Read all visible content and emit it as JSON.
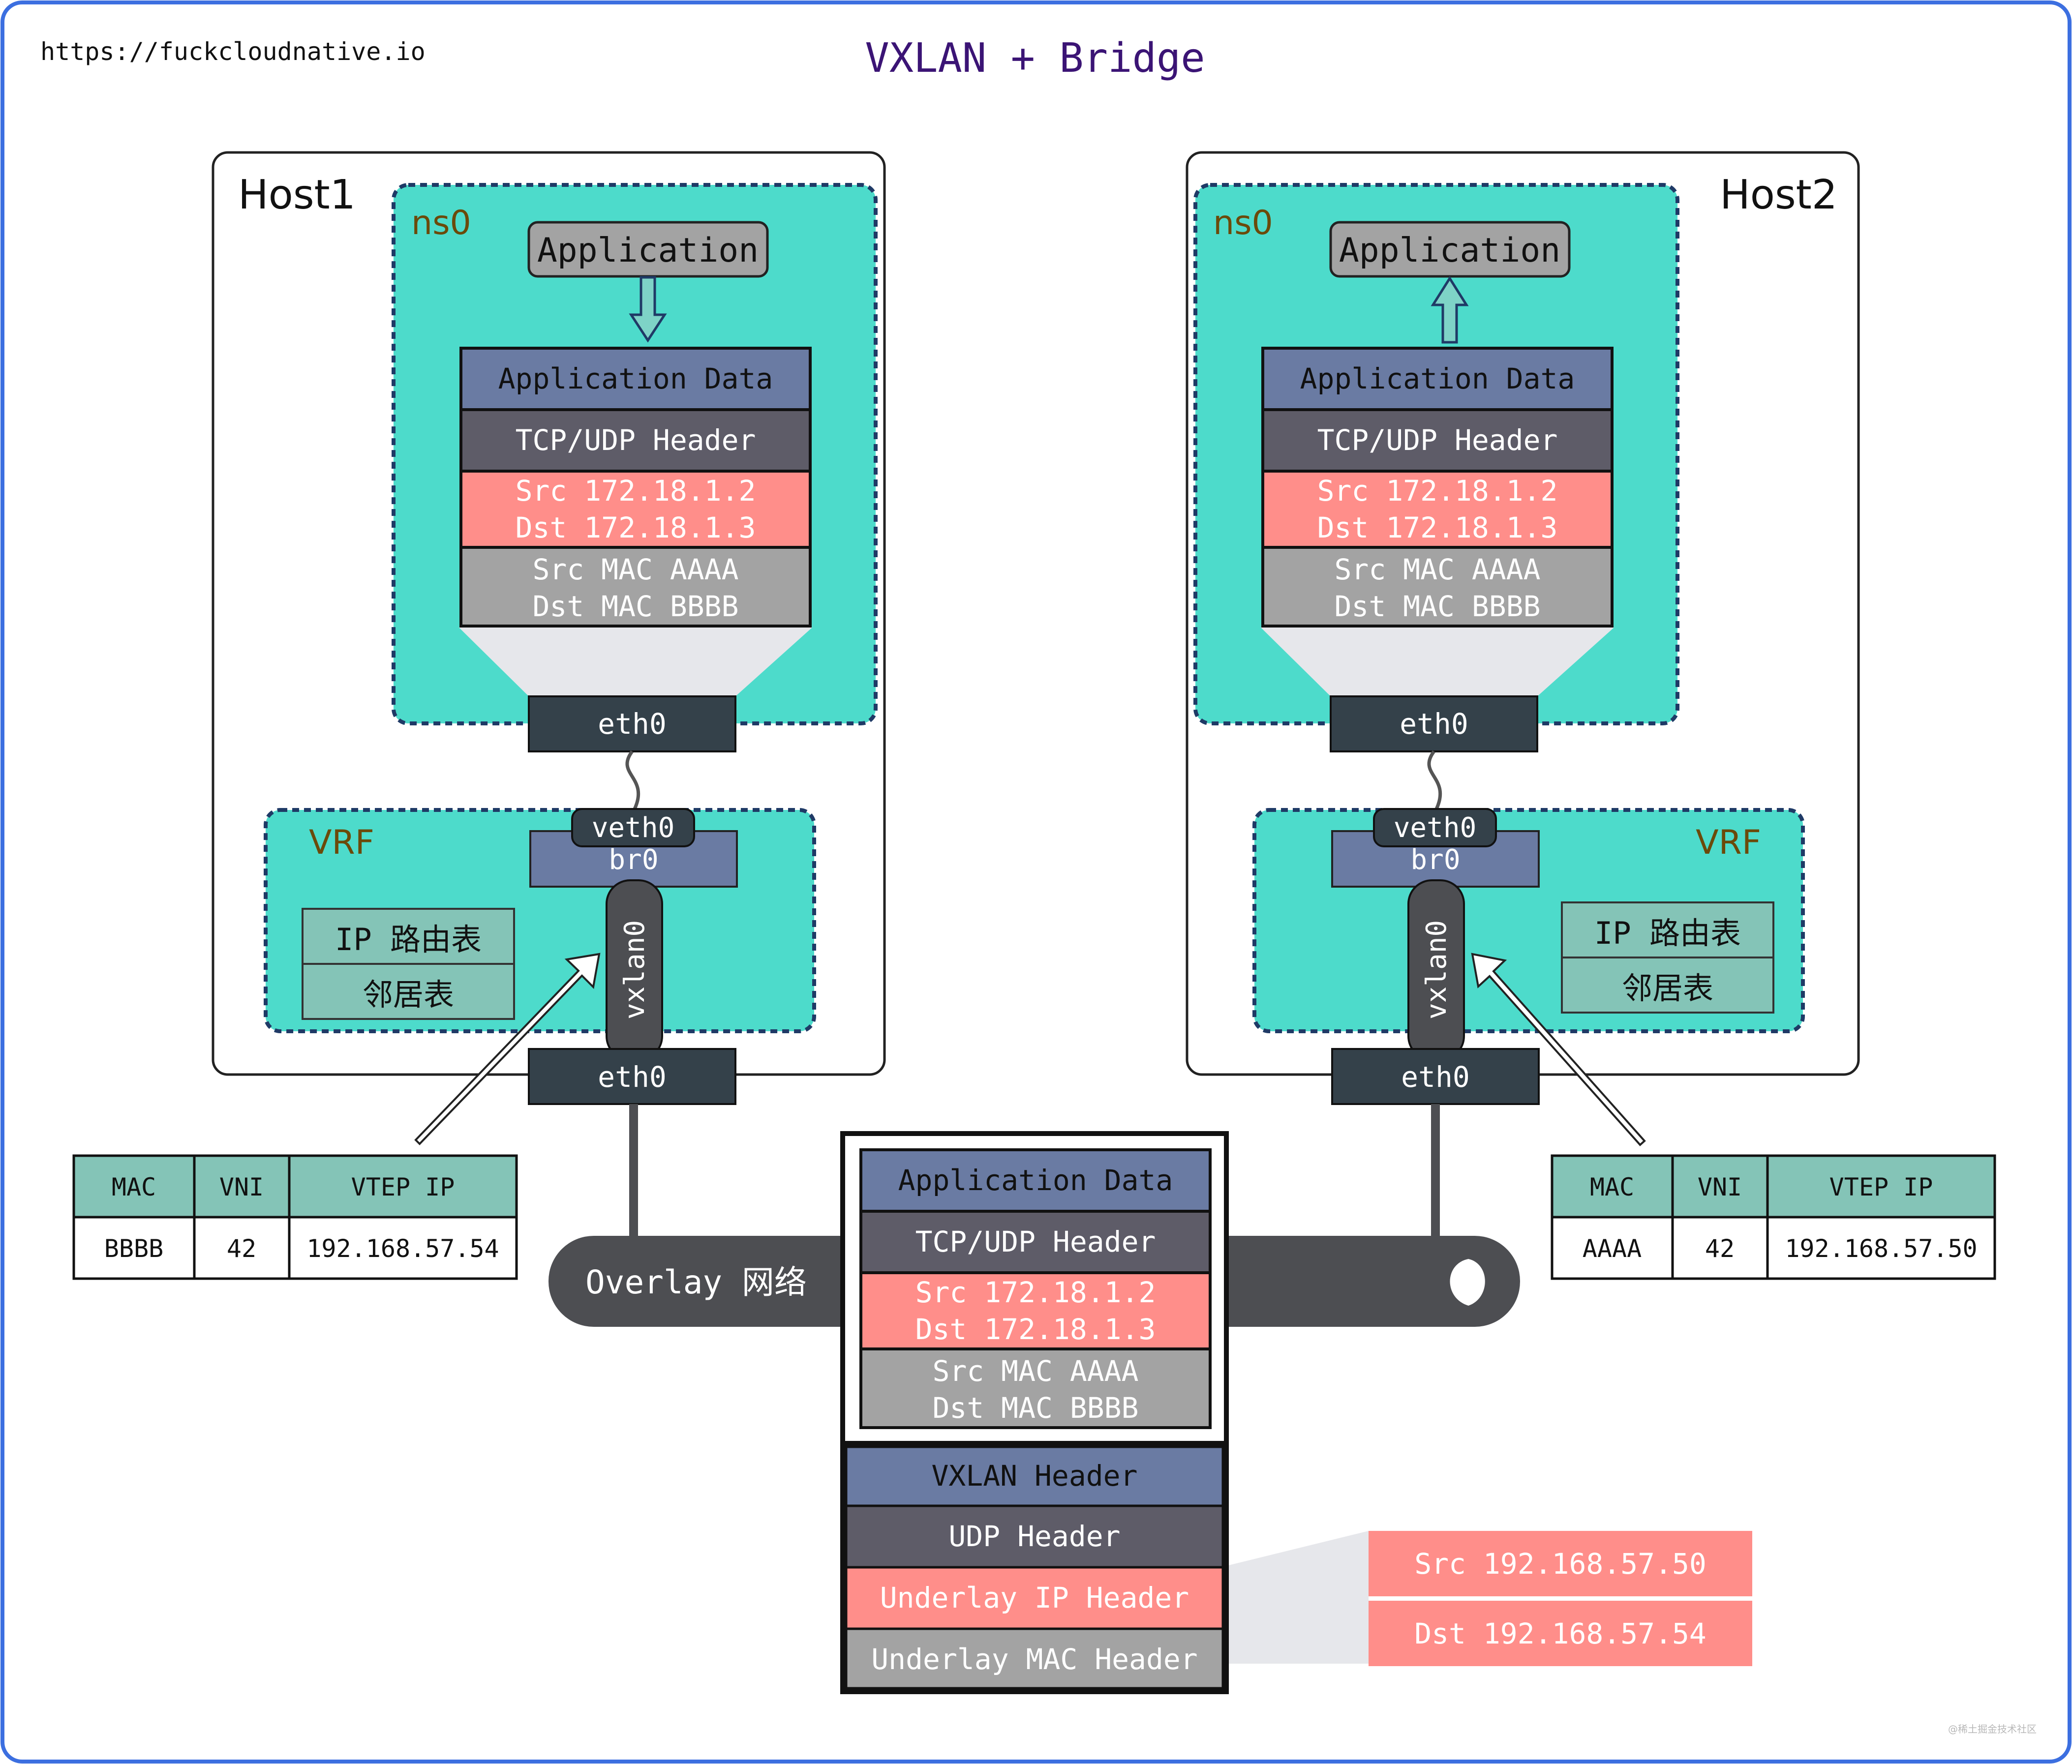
{
  "header": {
    "url": "https://fuckcloudnative.io",
    "title": "VXLAN + Bridge",
    "watermark": "@稀土掘金技术社区"
  },
  "hosts": [
    {
      "name": "Host1",
      "namespace": "ns0",
      "application": "Application",
      "packet": [
        "Application Data",
        "TCP/UDP Header",
        "Src 172.18.1.2",
        "Dst 172.18.1.3",
        "Src MAC AAAA",
        "Dst MAC BBBB"
      ],
      "ns_eth": "eth0",
      "vrf": "VRF",
      "veth": "veth0",
      "bridge": "br0",
      "vxlan": "vxlan0",
      "route_table": "IP 路由表",
      "neighbor_table": "邻居表",
      "host_eth": "eth0",
      "fdb": {
        "headers": [
          "MAC",
          "VNI",
          "VTEP IP"
        ],
        "row": [
          "BBBB",
          "42",
          "192.168.57.54"
        ]
      }
    },
    {
      "name": "Host2",
      "namespace": "ns0",
      "application": "Application",
      "packet": [
        "Application Data",
        "TCP/UDP Header",
        "Src 172.18.1.2",
        "Dst 172.18.1.3",
        "Src MAC AAAA",
        "Dst MAC BBBB"
      ],
      "ns_eth": "eth0",
      "vrf": "VRF",
      "veth": "veth0",
      "bridge": "br0",
      "vxlan": "vxlan0",
      "route_table": "IP 路由表",
      "neighbor_table": "邻居表",
      "host_eth": "eth0",
      "fdb": {
        "headers": [
          "MAC",
          "VNI",
          "VTEP IP"
        ],
        "row": [
          "AAAA",
          "42",
          "192.168.57.50"
        ]
      }
    }
  ],
  "overlay": {
    "label": "Overlay 网络",
    "inner_packet": [
      "Application Data",
      "TCP/UDP Header",
      "Src 172.18.1.2",
      "Dst 172.18.1.3",
      "Src MAC AAAA",
      "Dst MAC BBBB"
    ],
    "outer_headers": [
      "VXLAN Header",
      "UDP Header",
      "Underlay IP Header",
      "Underlay MAC Header"
    ],
    "underlay_ip": [
      "Src 192.168.57.50",
      "Dst 192.168.57.54"
    ]
  },
  "colors": {
    "teal": "#4DDBCB",
    "app_data": "#6A7BA3",
    "tcp": "#5E5C68",
    "ip": "#FF8E8A",
    "mac": "#A3A3A3",
    "dark": "#34414A",
    "table_teal": "#84C4B7",
    "overlay_bar": "#4D4E52",
    "frame_blue": "#3C6FE0"
  }
}
